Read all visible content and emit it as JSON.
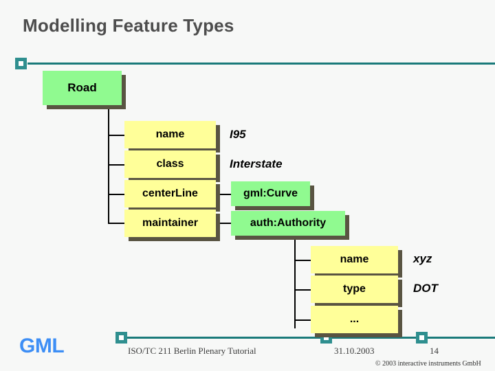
{
  "slide": {
    "title": "Modelling Feature Types",
    "page_number": "14"
  },
  "diagram": {
    "root": {
      "label": "Road",
      "color": "#90fa90"
    },
    "attributes": [
      {
        "name": "name",
        "value": "I95",
        "value_kind": "text"
      },
      {
        "name": "class",
        "value": "Interstate",
        "value_kind": "text"
      },
      {
        "name": "centerLine",
        "value": "gml:Curve",
        "value_kind": "box"
      },
      {
        "name": "maintainer",
        "value": "auth:Authority",
        "value_kind": "box"
      }
    ],
    "sub_attributes": [
      {
        "name": "name",
        "value": "xyz",
        "value_kind": "text"
      },
      {
        "name": "type",
        "value": "DOT",
        "value_kind": "text"
      },
      {
        "name": "...",
        "value": "",
        "value_kind": "none"
      }
    ],
    "colors": {
      "attribute_box": "#ffff99",
      "type_box": "#90fa90",
      "shadow": "#595442",
      "connector": "#000000"
    }
  },
  "footer": {
    "logo": "GML",
    "tutorial": "ISO/TC 211 Berlin Plenary Tutorial",
    "date": "31.10.2003",
    "page": "14",
    "copyright": "© 2003 interactive instruments GmbH",
    "accent_color": "#1a7a7a"
  }
}
